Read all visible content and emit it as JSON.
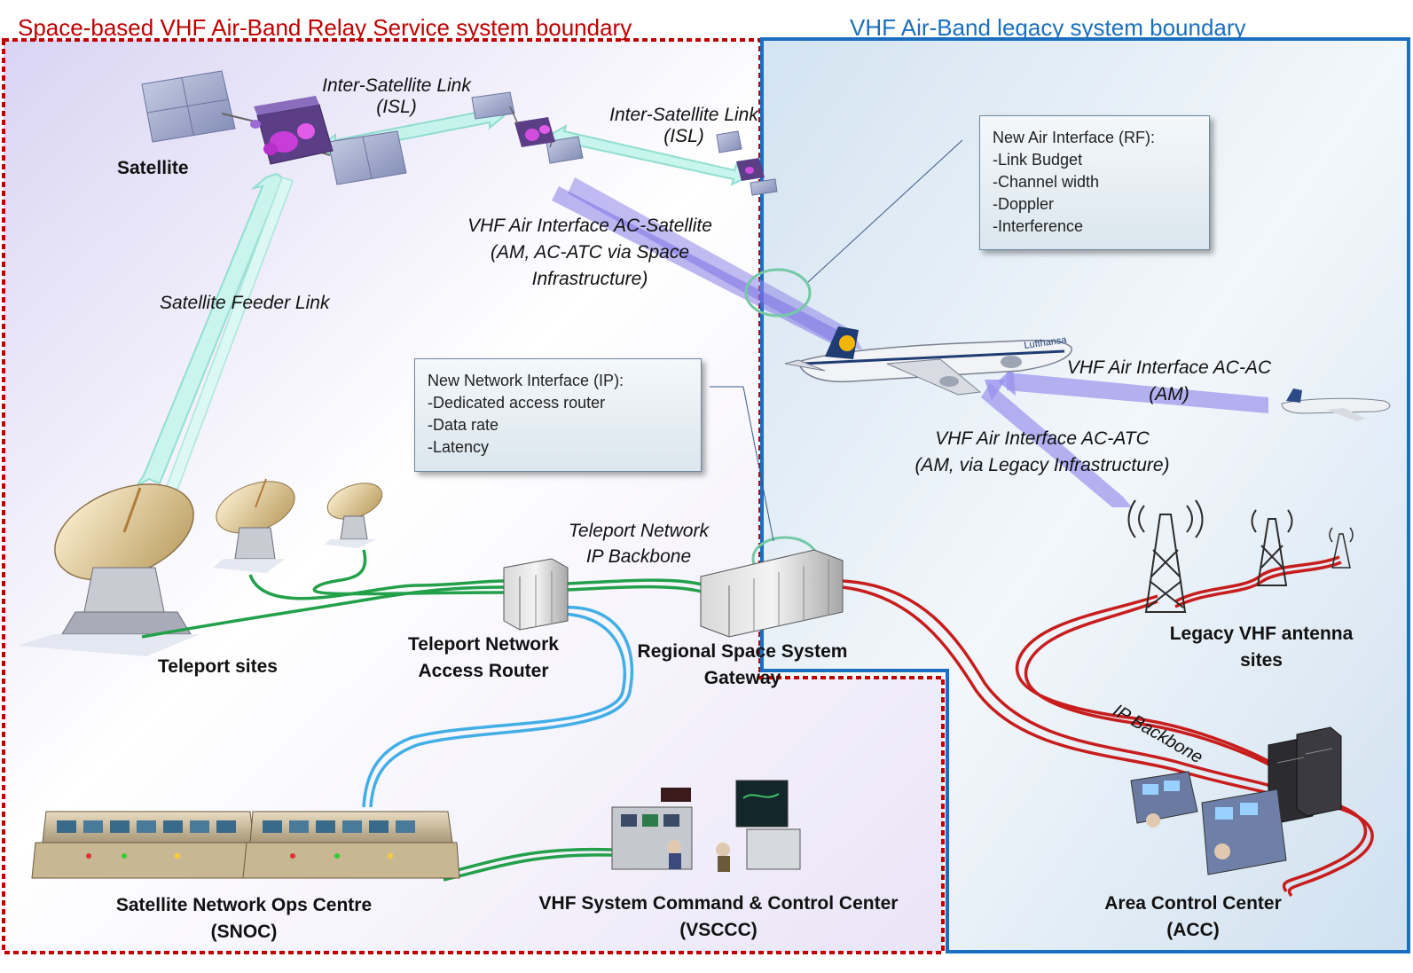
{
  "boundaries": {
    "space_title": "Space-based VHF Air-Band Relay Service system boundary",
    "legacy_title": "VHF Air-Band legacy system boundary",
    "space_color": "#c00000",
    "legacy_color": "#1a6fc0"
  },
  "labels": {
    "satellite": "Satellite",
    "isl1_line1": "Inter-Satellite Link",
    "isl1_line2": "(ISL)",
    "isl2_line1": "Inter-Satellite Link",
    "isl2_line2": "(ISL)",
    "feeder_link": "Satellite Feeder Link",
    "vhf_ac_sat_1": "VHF Air Interface AC-Satellite",
    "vhf_ac_sat_2": "(AM, AC-ATC via Space",
    "vhf_ac_sat_3": "Infrastructure)",
    "vhf_ac_ac_1": "VHF Air Interface AC-AC",
    "vhf_ac_ac_2": "(AM)",
    "vhf_ac_atc_1": "VHF Air Interface AC-ATC",
    "vhf_ac_atc_2": "(AM, via Legacy Infrastructure)",
    "teleport_network_1": "Teleport Network",
    "teleport_network_2": "IP Backbone",
    "teleport_sites": "Teleport sites",
    "access_router_1": "Teleport Network",
    "access_router_2": "Access Router",
    "gateway_1": "Regional Space System",
    "gateway_2": "Gateway",
    "legacy_antenna_1": "Legacy VHF antenna",
    "legacy_antenna_2": "sites",
    "ip_backbone": "IP Backbone",
    "snoc_1": "Satellite Network Ops Centre",
    "snoc_2": "(SNOC)",
    "vsccc_1": "VHF System Command & Control Center",
    "vsccc_2": "(VSCCC)",
    "acc_1": "Area Control Center",
    "acc_2": "(ACC)",
    "airline_logo": "Lufthansa"
  },
  "callouts": {
    "air_interface": {
      "title": "New Air Interface (RF):",
      "items": [
        "-Link Budget",
        "-Channel width",
        "-Doppler",
        "-Interference"
      ]
    },
    "network_interface": {
      "title": "New Network Interface (IP):",
      "items": [
        "-Dedicated access router",
        "-Data rate",
        "-Latency"
      ]
    }
  }
}
